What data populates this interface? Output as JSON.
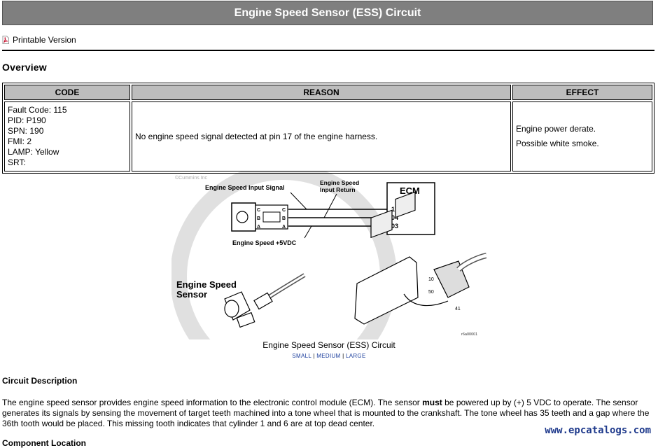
{
  "header": {
    "title": "Engine Speed Sensor (ESS) Circuit"
  },
  "toolbar": {
    "printable_label": "Printable Version",
    "printable_icon": "pdf-icon"
  },
  "overview_heading": "Overview",
  "code_table": {
    "columns": [
      "CODE",
      "REASON",
      "EFFECT"
    ],
    "code_lines": [
      "Fault Code: 115",
      "PID: P190",
      "SPN: 190",
      "FMI: 2",
      "LAMP: Yellow",
      "SRT:"
    ],
    "reason": "No engine speed signal detected at pin 17 of the engine harness.",
    "effects": [
      "Engine power derate.",
      "Possible white smoke."
    ]
  },
  "diagram": {
    "copyright": "©Cummins Inc",
    "label_input_signal": "Engine Speed Input Signal",
    "label_return_1": "Engine Speed",
    "label_return_2": "Input Return",
    "label_ecm": "ECM",
    "pins": [
      "17",
      "04",
      "03"
    ],
    "connector_letters": [
      "C",
      "B",
      "A"
    ],
    "label_supply": "Engine Speed +5VDC",
    "label_sensor_1": "Engine Speed",
    "label_sensor_2": "Sensor",
    "ecm_pin_numbers": [
      "10",
      "50",
      "41"
    ],
    "figure_id": "r6a00001"
  },
  "figure": {
    "caption": "Engine Speed Sensor (ESS) Circuit",
    "size_links": [
      "SMALL",
      "MEDIUM",
      "LARGE"
    ]
  },
  "circuit": {
    "heading": "Circuit Description",
    "text_before": "The engine speed sensor provides engine speed information to the electronic control module (ECM). The sensor ",
    "text_bold": "must",
    "text_after": " be powered up by (+) 5 VDC to operate. The sensor generates its signals by sensing the movement of target teeth machined into a tone wheel that is mounted to the crankshaft. The tone wheel has 35 teeth and a gap where the 36th tooth would be placed. This missing tooth indicates that cylinder 1 and 6 are at top dead center."
  },
  "watermark": "www.epcatalogs.com",
  "next_heading": "Component Location"
}
